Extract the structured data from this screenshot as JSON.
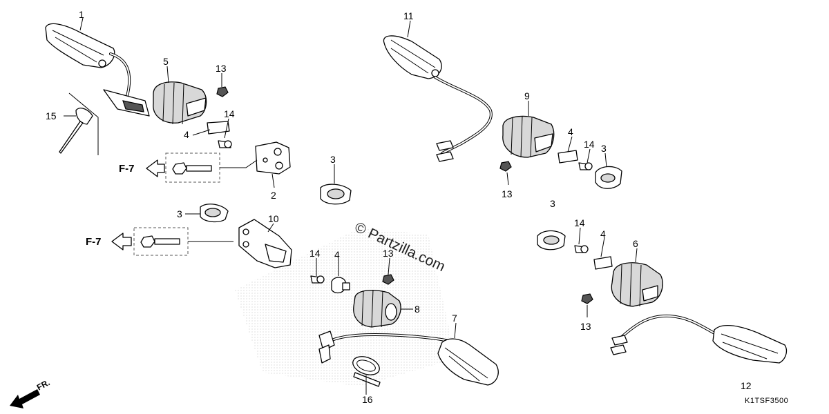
{
  "diagram": {
    "watermark": "© Partzilla.com",
    "drawing_code": "K1TSF3500",
    "direction_label": "FR.",
    "ref_label_upper": "F-7",
    "ref_label_lower": "F-7",
    "callouts": {
      "c1": "1",
      "c2": "2",
      "c3a": "3",
      "c3b": "3",
      "c3c": "3",
      "c3d": "3",
      "c4a": "4",
      "c4b": "4",
      "c4c": "4",
      "c4d": "4",
      "c5": "5",
      "c6": "6",
      "c7": "7",
      "c8": "8",
      "c9": "9",
      "c10": "10",
      "c11": "11",
      "c12": "12",
      "c13a": "13",
      "c13b": "13",
      "c13c": "13",
      "c13d": "13",
      "c14a": "14",
      "c14b": "14",
      "c14c": "14",
      "c14d": "14",
      "c15": "15",
      "c16": "16"
    }
  }
}
